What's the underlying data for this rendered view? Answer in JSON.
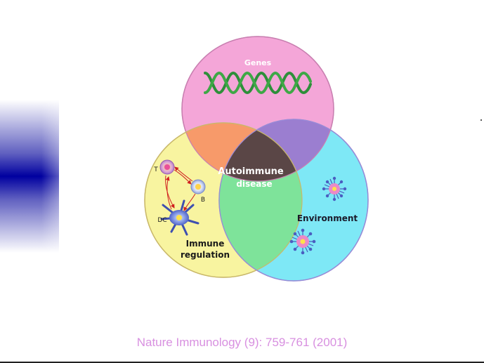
{
  "diagram": {
    "circles": {
      "genes": {
        "label": "Genes",
        "color": "#f4a6d8"
      },
      "immune": {
        "label_line1": "Immune",
        "label_line2": "regulation",
        "color": "#f8f4a0"
      },
      "environment": {
        "label": "Environment",
        "color": "#7ee8f6"
      }
    },
    "overlaps": {
      "genes_immune": "#f79a6a",
      "genes_environment": "#9b7ed0",
      "immune_environment": "#7ee39a",
      "center": "#5a4646"
    },
    "center_label_line1": "Autoimmune",
    "center_label_line2": "disease",
    "cells": {
      "t_cell": "T",
      "b_cell": "B",
      "dendritic_cell": "DC"
    }
  },
  "citation": "Nature Immunology (9): 759-761 (2001)"
}
